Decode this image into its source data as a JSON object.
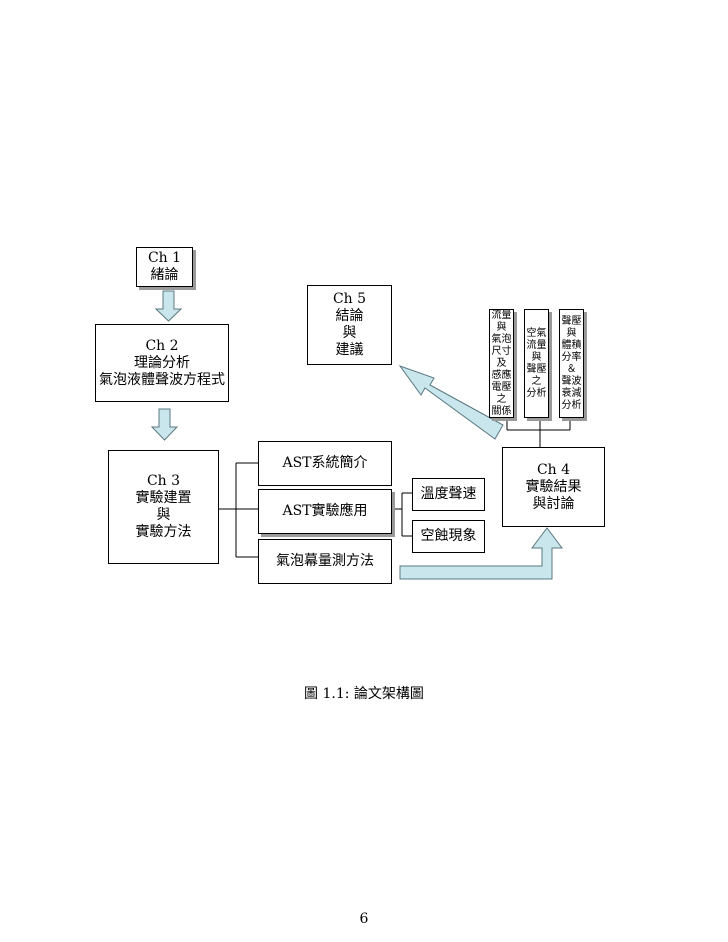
{
  "diagram": {
    "ch1": {
      "lines": [
        "Ch 1",
        "緒論"
      ]
    },
    "ch2": {
      "lines": [
        "Ch 2",
        "理論分析",
        "氣泡液體聲波方程式"
      ]
    },
    "ch3": {
      "lines": [
        "Ch 3",
        "實驗建置",
        "與",
        "實驗方法"
      ]
    },
    "ch4": {
      "lines": [
        "Ch 4",
        "實驗結果",
        "與討論"
      ]
    },
    "ch5": {
      "lines": [
        "Ch 5",
        "結論",
        "與",
        "建議"
      ]
    },
    "ast_intro": "AST系統簡介",
    "ast_app": "AST實驗應用",
    "bubble_measure": "氣泡幕量測方法",
    "temp_sound": "溫度聲速",
    "cavitation": "空蝕現象",
    "analysis_1": [
      "流量",
      "與",
      "氣泡",
      "尺寸",
      "及",
      "感應",
      "電壓",
      "之",
      "關係"
    ],
    "analysis_2": [
      "空氣",
      "流量",
      "與",
      "聲壓",
      "之",
      "分析"
    ],
    "analysis_3": [
      "聲壓",
      "與",
      "體積",
      "分率",
      "＆",
      "聲波",
      "衰減",
      "分析"
    ]
  },
  "caption": "圖 1.1:  論文架構圖",
  "page_number": "6",
  "colors": {
    "arrow_fill": "#c9e6ec",
    "arrow_stroke": "#5a7880",
    "shadow": "#9a9a9a"
  }
}
